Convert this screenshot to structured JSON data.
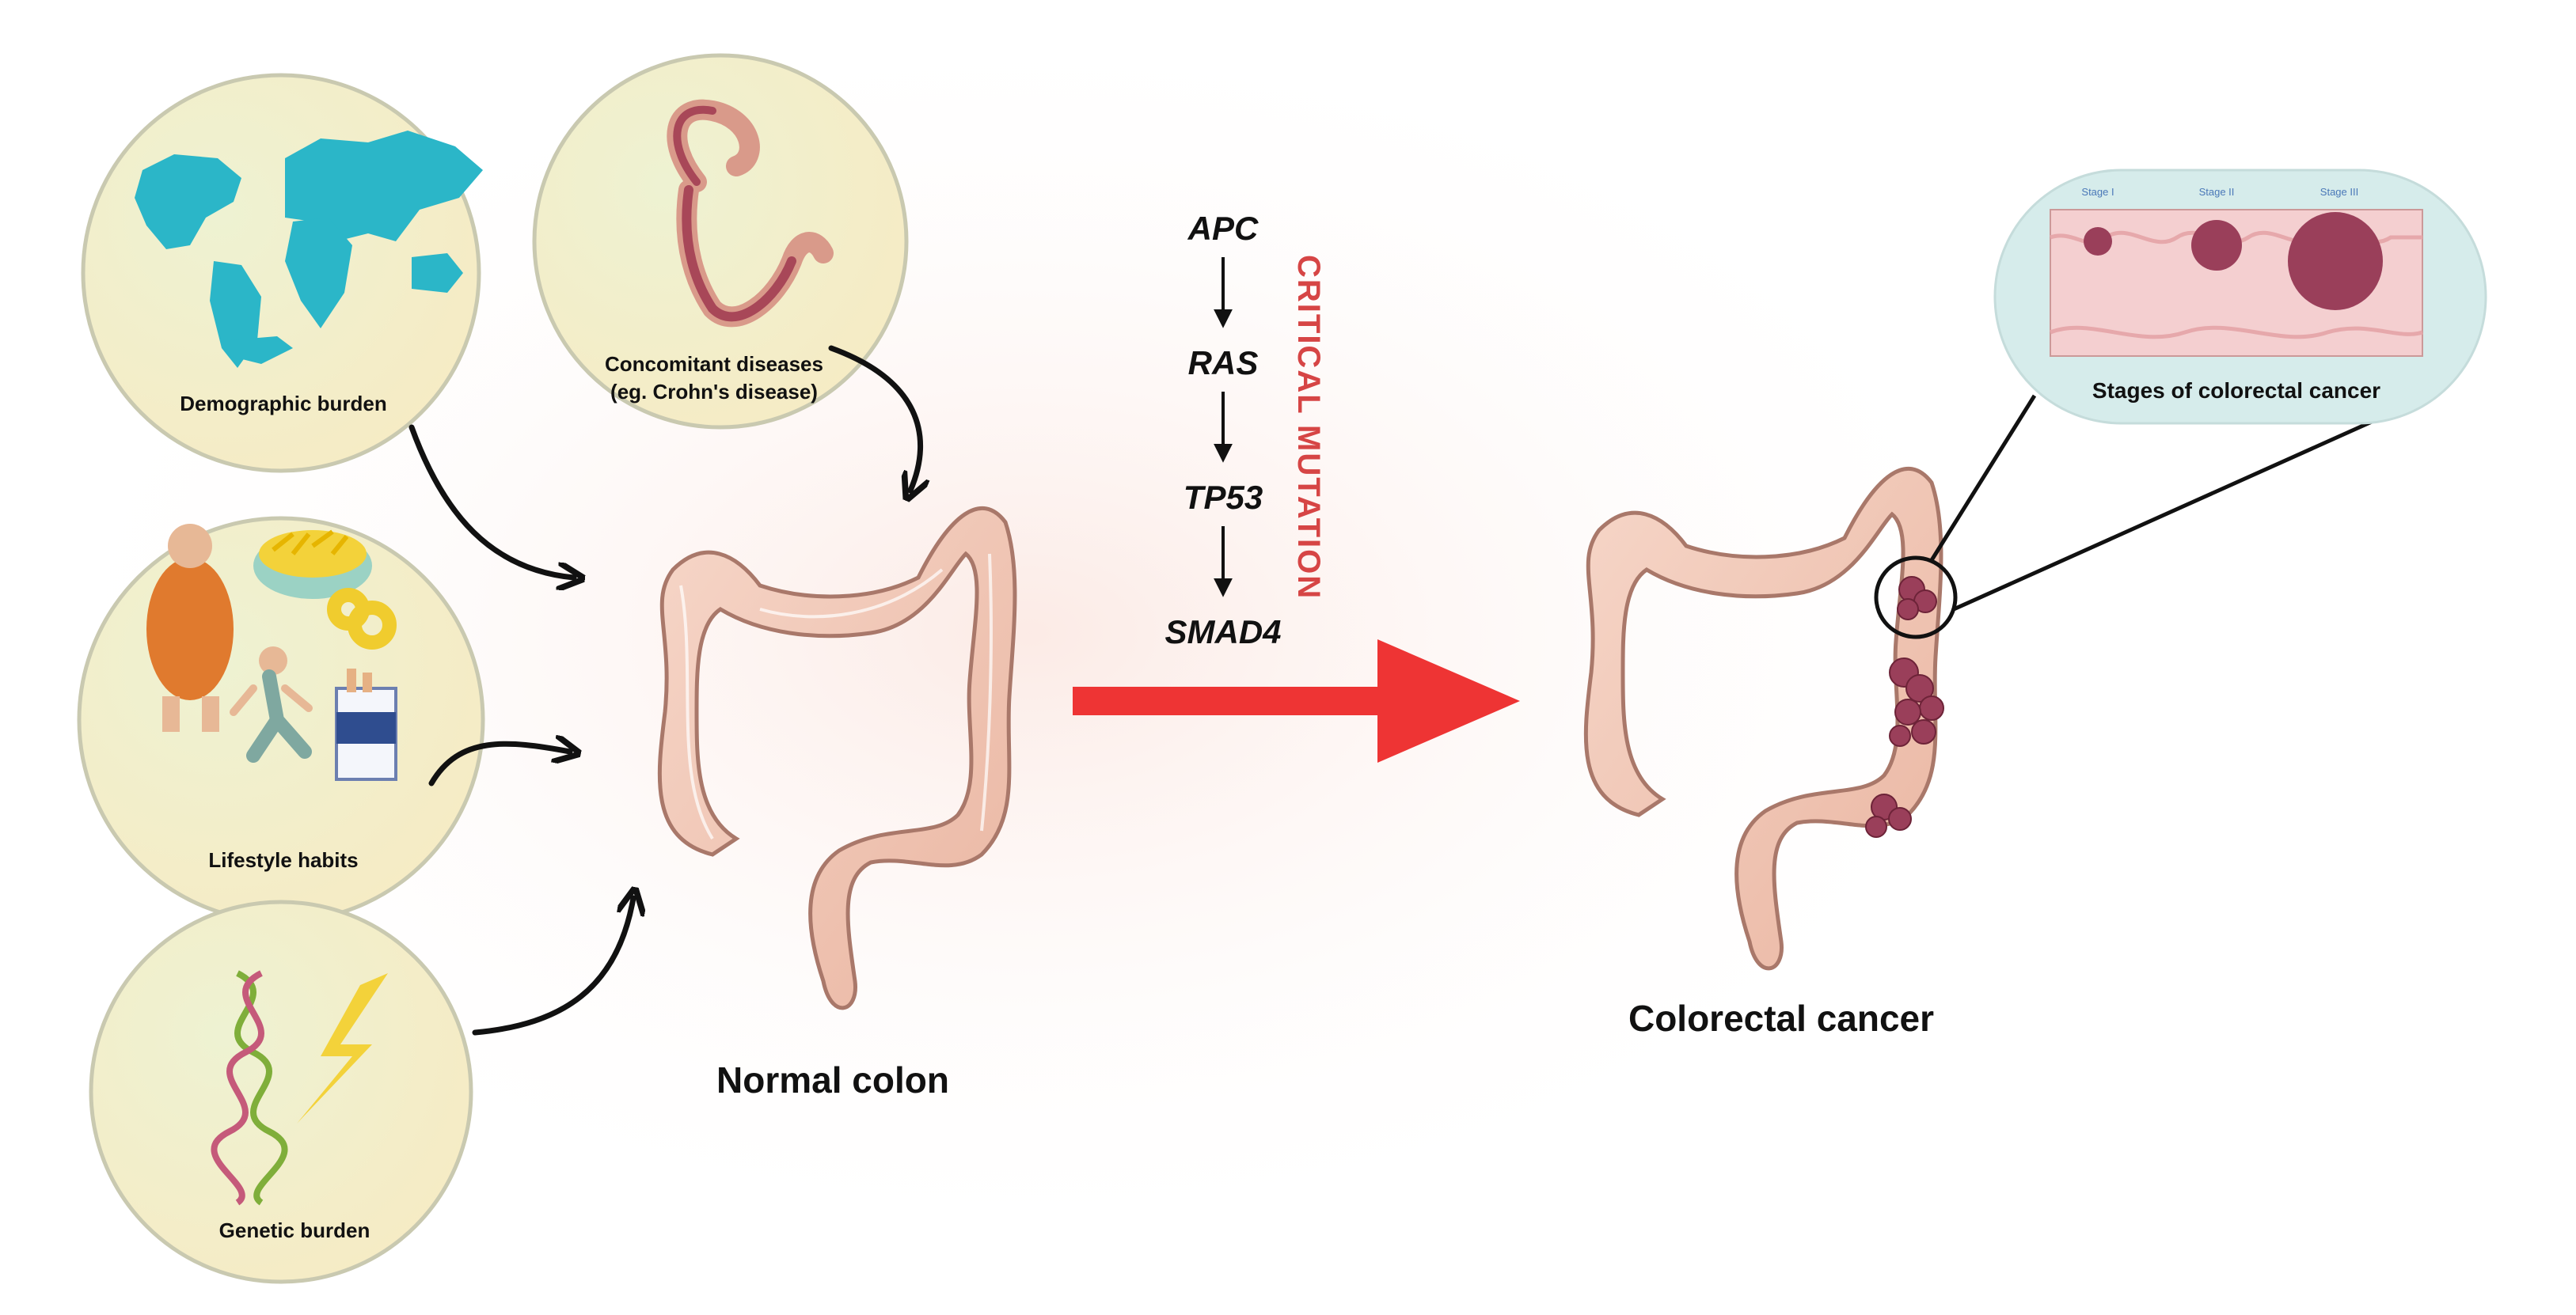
{
  "risk_factors": {
    "demographic": "Demographic burden",
    "concomitant_line1": "Concomitant diseases",
    "concomitant_line2": "(eg. Crohn's disease)",
    "lifestyle": "Lifestyle habits",
    "genetic": "Genetic burden"
  },
  "pathway": {
    "genes": [
      "APC",
      "RAS",
      "TP53",
      "SMAD4"
    ],
    "side_label": "CRITICAL MUTATION"
  },
  "normal_colon_label": "Normal colon",
  "cancer_label": "Colorectal cancer",
  "stages_inset": {
    "title": "Stages of colorectal cancer",
    "stage_labels": [
      "Stage I",
      "Stage II",
      "Stage III"
    ]
  },
  "colors": {
    "circle_fill": "#f3efc8",
    "circle_stroke": "#c9c9b0",
    "colon": "#f2c8b8",
    "colon_stroke": "#a9786a",
    "tumor": "#9a3f5a",
    "big_arrow": "#ee3434",
    "critical_text": "#d64545",
    "map": "#2bb6c8"
  }
}
